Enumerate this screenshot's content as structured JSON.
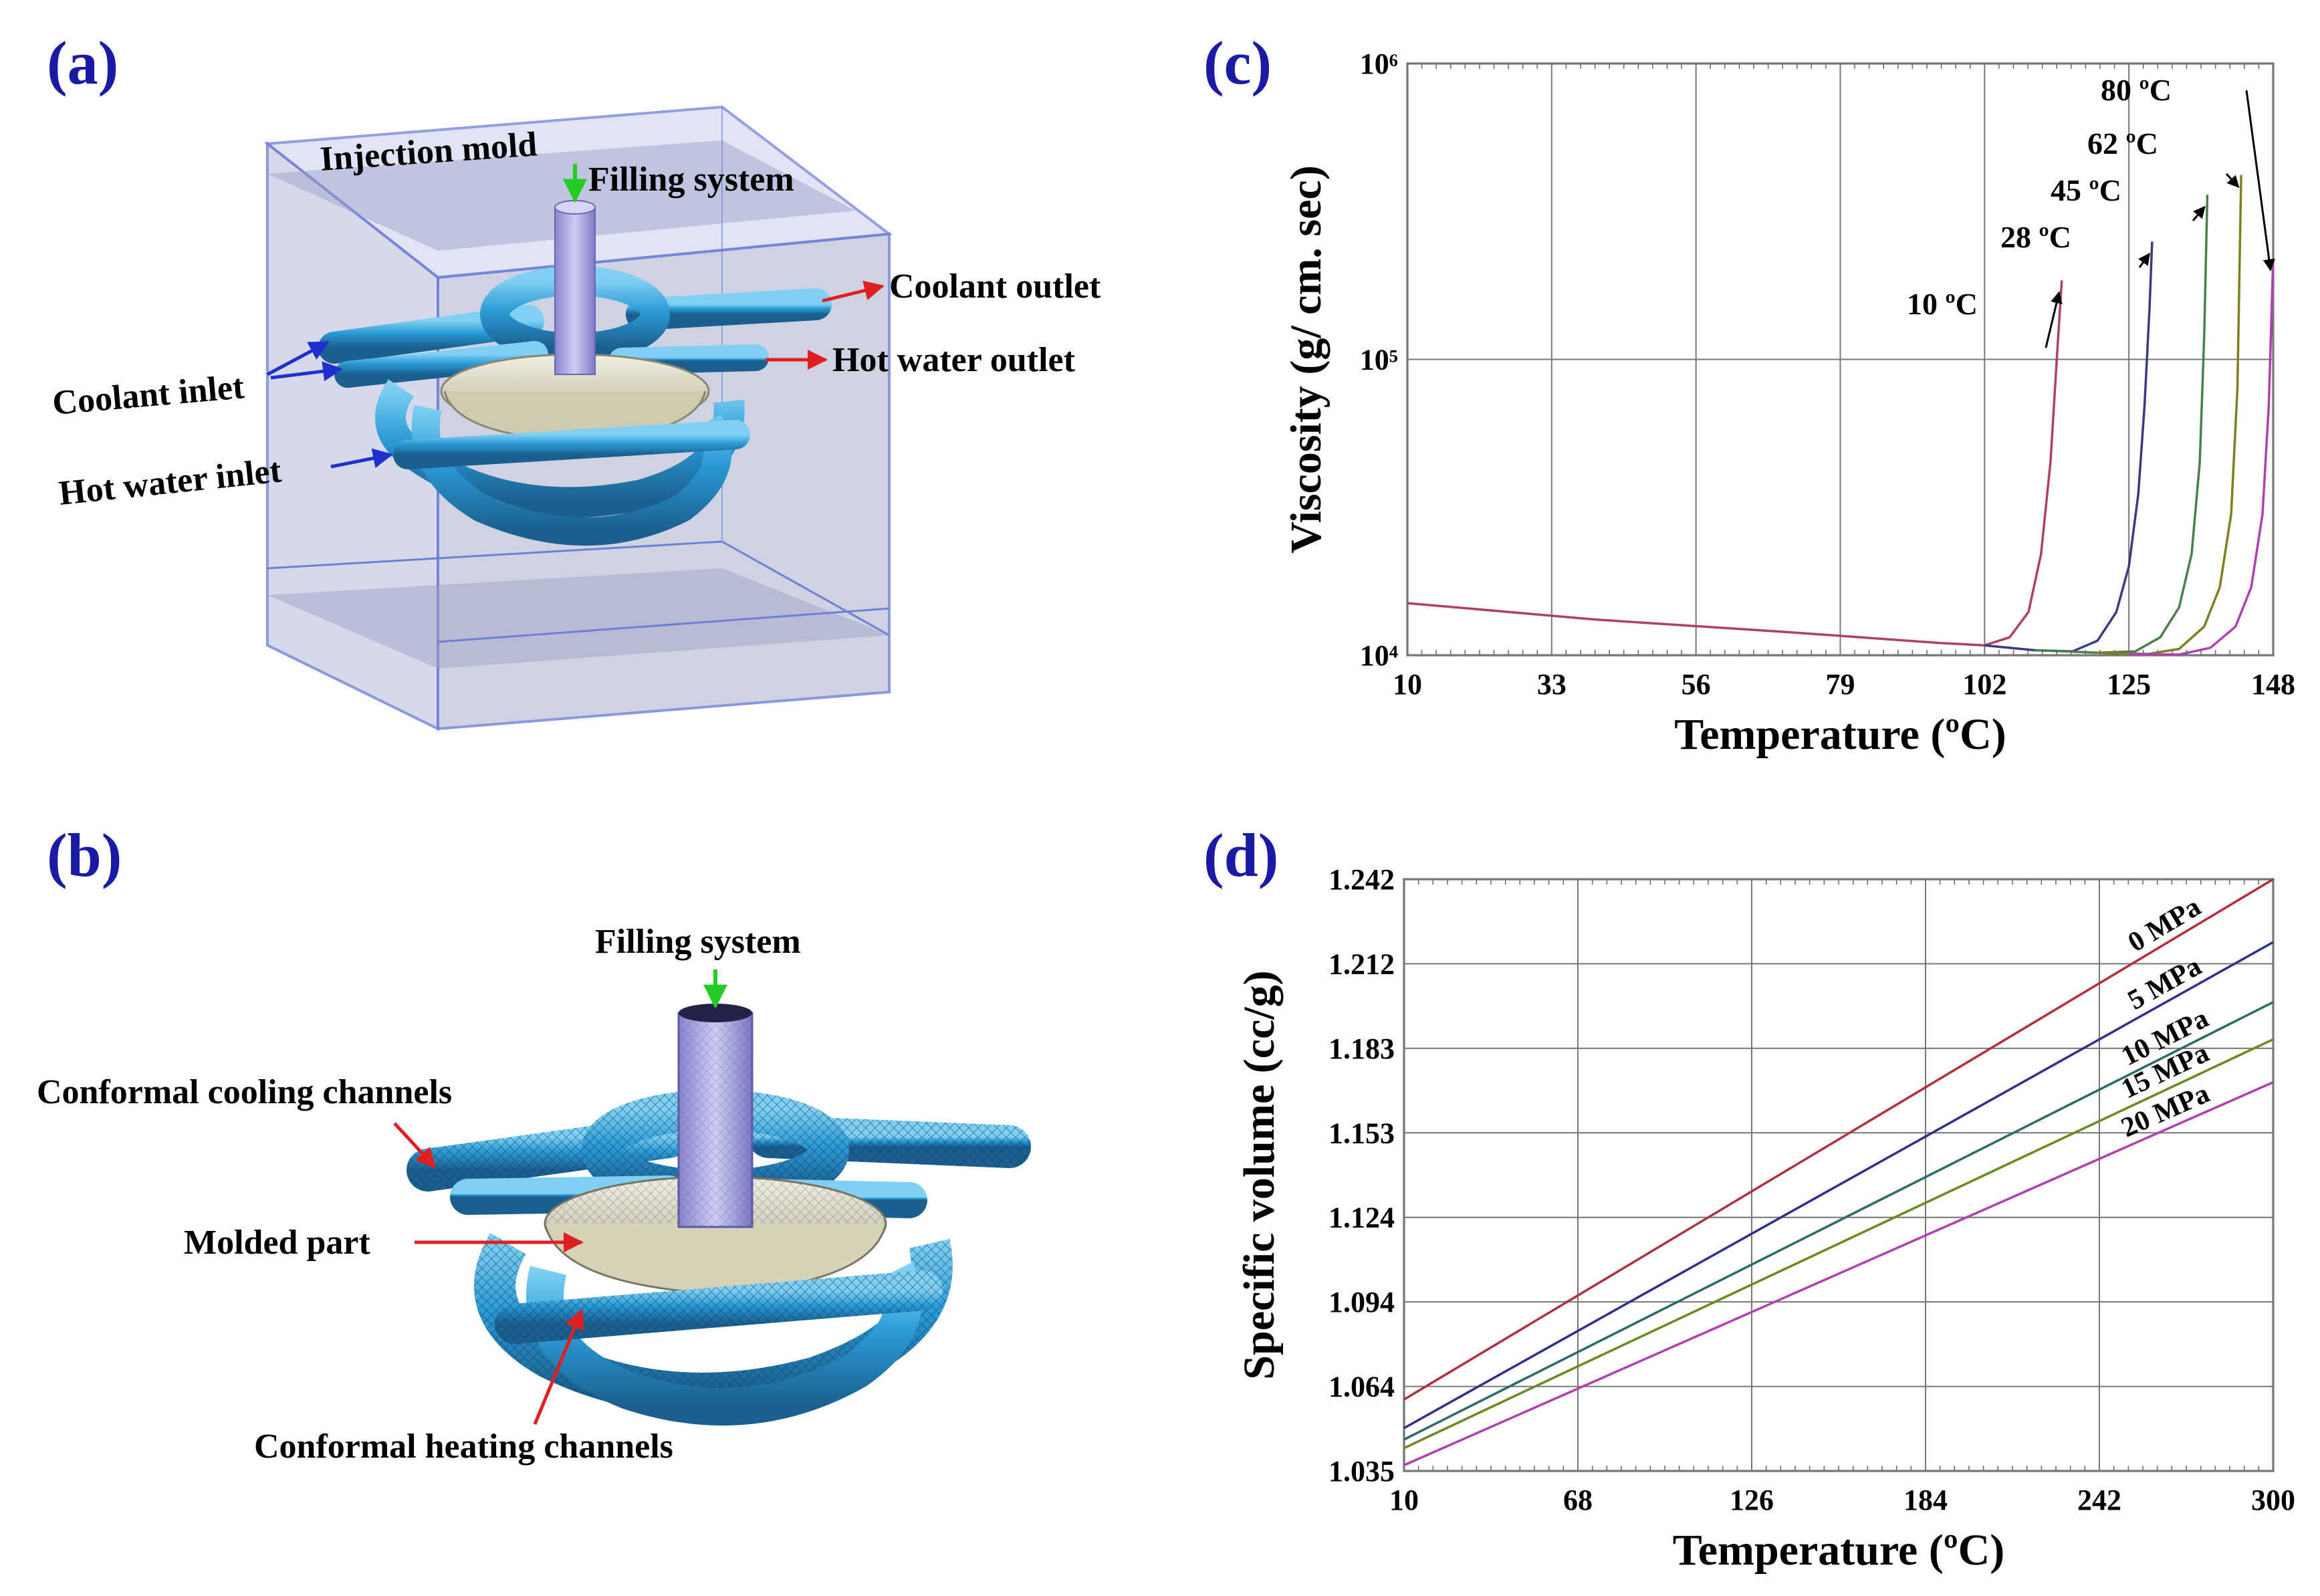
{
  "panels": {
    "a": {
      "label": "(a)",
      "mold_label": "Injection mold",
      "filling_label": "Filling system",
      "coolant_outlet": "Coolant outlet",
      "coolant_inlet": "Coolant inlet",
      "hot_water_outlet": "Hot water outlet",
      "hot_water_inlet": "Hot water inlet"
    },
    "b": {
      "label": "(b)",
      "filling_label": "Filling system",
      "cooling_channels": "Conformal cooling channels",
      "molded_part": "Molded part",
      "heating_channels": "Conformal heating channels"
    },
    "c": {
      "label": "(c)"
    },
    "d": {
      "label": "(d)"
    }
  },
  "colors": {
    "panel_label": "#1a1aa6",
    "pipe": "#2b9bd6",
    "pipe_dark": "#1c6fa3",
    "mold_fill": "#c9cde6",
    "mold_edge": "#6f7fd8",
    "part": "#e3dfcc",
    "sprue": "#a9a6e6",
    "arrow_red": "#e02020",
    "arrow_blue": "#2030d0",
    "arrow_green": "#22cc22"
  },
  "chart_data": [
    {
      "type": "line",
      "panel": "c",
      "xlabel": "Temperature (ºC)",
      "ylabel": "Viscosity (g/ cm. sec)",
      "xlim": [
        10,
        148
      ],
      "ylim": [
        10000,
        1000000
      ],
      "yscale": "log",
      "x_ticks": [
        "10",
        "33",
        "56",
        "79",
        "102",
        "125",
        "148"
      ],
      "y_ticks": [
        "10⁴",
        "10⁵",
        "10⁶"
      ],
      "grid": true,
      "series": [
        {
          "name": "10 ºC",
          "color": "#b04060",
          "points": [
            [
              10,
              15000
            ],
            [
              40,
              13200
            ],
            [
              70,
              12000
            ],
            [
              95,
              11000
            ],
            [
              102,
              10800
            ],
            [
              106,
              11500
            ],
            [
              109,
              14000
            ],
            [
              111,
              22000
            ],
            [
              112.5,
              45000
            ],
            [
              113.5,
              100000
            ],
            [
              114.3,
              185000
            ]
          ]
        },
        {
          "name": "28 ºC",
          "color": "#3a3a80",
          "points": [
            [
              102,
              10800
            ],
            [
              110,
              10400
            ],
            [
              116,
              10300
            ],
            [
              120,
              11200
            ],
            [
              123,
              14000
            ],
            [
              125,
              20000
            ],
            [
              126.5,
              35000
            ],
            [
              127.5,
              70000
            ],
            [
              128.3,
              150000
            ],
            [
              128.7,
              250000
            ]
          ]
        },
        {
          "name": "45 ºC",
          "color": "#4a7f4a",
          "points": [
            [
              110,
              10400
            ],
            [
              120,
              10200
            ],
            [
              126,
              10300
            ],
            [
              130,
              11500
            ],
            [
              133,
              14500
            ],
            [
              135,
              22000
            ],
            [
              136.3,
              45000
            ],
            [
              137,
              120000
            ],
            [
              137.5,
              360000
            ]
          ]
        },
        {
          "name": "62 ºC",
          "color": "#7f7f20",
          "points": [
            [
              120,
              10200
            ],
            [
              128,
              10100
            ],
            [
              133,
              10500
            ],
            [
              137,
              12500
            ],
            [
              139.5,
              17000
            ],
            [
              141.3,
              30000
            ],
            [
              142.3,
              80000
            ],
            [
              142.9,
              420000
            ]
          ]
        },
        {
          "name": "80 ºC",
          "color": "#b040b0",
          "points": [
            [
              125,
              10100
            ],
            [
              133,
              10050
            ],
            [
              138,
              10600
            ],
            [
              142,
              12500
            ],
            [
              144.5,
              17000
            ],
            [
              146.3,
              30000
            ],
            [
              147.3,
              70000
            ],
            [
              148,
              220000
            ]
          ]
        }
      ],
      "annotations": [
        "10 ºC",
        "28 ºC",
        "45 ºC",
        "62 ºC",
        "80 ºC"
      ]
    },
    {
      "type": "line",
      "panel": "d",
      "xlabel": "Temperature (ºC)",
      "ylabel": "Specific volume (cc/g)",
      "xlim": [
        10,
        300
      ],
      "ylim": [
        1.035,
        1.242
      ],
      "x_ticks": [
        "10",
        "68",
        "126",
        "184",
        "242",
        "300"
      ],
      "y_ticks": [
        "1.035",
        "1.064",
        "1.094",
        "1.124",
        "1.153",
        "1.183",
        "1.212",
        "1.242"
      ],
      "grid": true,
      "series": [
        {
          "name": "0 MPa",
          "color": "#b03040",
          "points": [
            [
              10,
              1.06
            ],
            [
              300,
              1.242
            ]
          ]
        },
        {
          "name": "5 MPa",
          "color": "#30308a",
          "points": [
            [
              10,
              1.05
            ],
            [
              300,
              1.22
            ]
          ]
        },
        {
          "name": "10 MPa",
          "color": "#2d6b6b",
          "points": [
            [
              10,
              1.046
            ],
            [
              300,
              1.199
            ]
          ]
        },
        {
          "name": "15 MPa",
          "color": "#6a8a20",
          "points": [
            [
              10,
              1.043
            ],
            [
              300,
              1.186
            ]
          ]
        },
        {
          "name": "20 MPa",
          "color": "#b040b0",
          "points": [
            [
              10,
              1.037
            ],
            [
              300,
              1.171
            ]
          ]
        }
      ]
    }
  ]
}
